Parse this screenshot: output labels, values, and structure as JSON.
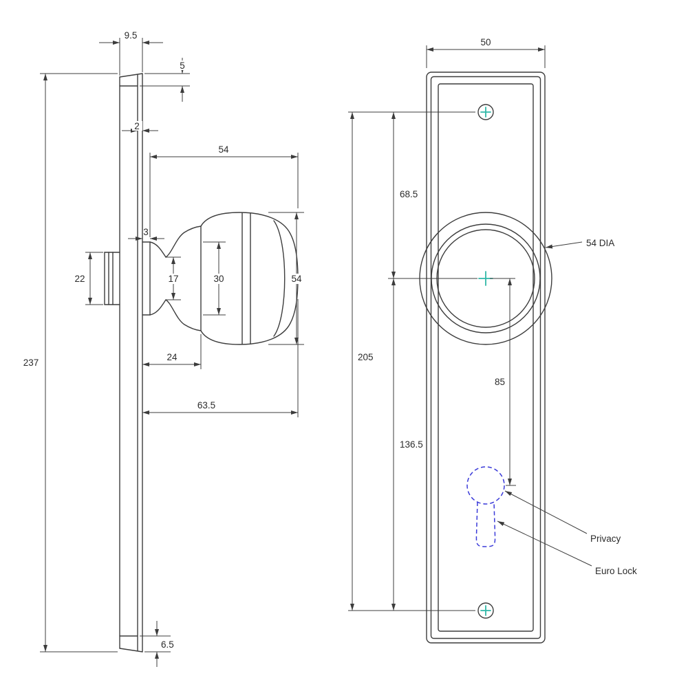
{
  "drawing": {
    "colors": {
      "line": "#3c3c3c",
      "text": "#2b2b2b",
      "center_cross": "#2fb8a8",
      "euro_dashed": "#3a3ad9"
    },
    "side_view": {
      "dims": {
        "plate_thickness": "9.5",
        "top_edge_step": "5",
        "face_step": "2",
        "knob_width": "54",
        "collar_depth": "3",
        "spindle_height": "22",
        "waist_diameter": "17",
        "base_ring_diameter": "30",
        "knob_diameter": "54",
        "neck_depth": "24",
        "total_projection": "63.5",
        "plate_height": "237",
        "bottom_edge_step": "6.5"
      }
    },
    "front_view": {
      "dims": {
        "plate_width": "50",
        "top_screw_to_knob_centre": "68.5",
        "screw_centres": "205",
        "knob_centre_to_bottom_screw": "136.5",
        "knob_centre_to_euro": "85"
      },
      "labels": {
        "knob_diameter": "54 DIA",
        "privacy": "Privacy",
        "euro_lock": "Euro Lock"
      }
    }
  }
}
